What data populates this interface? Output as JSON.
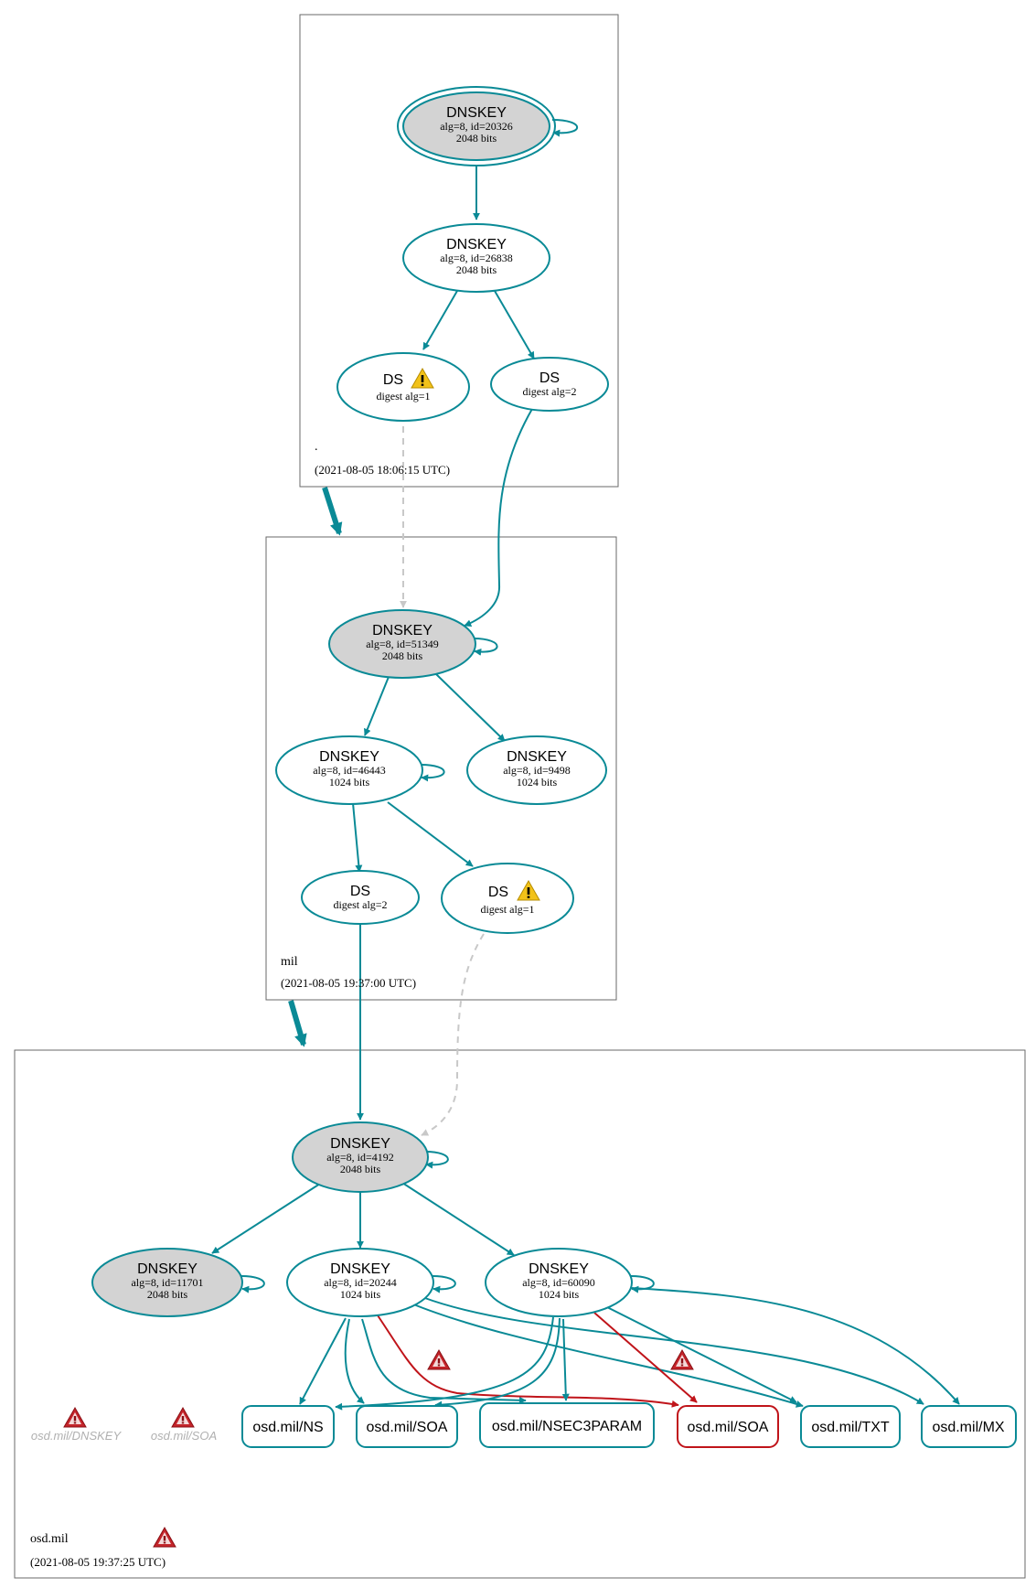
{
  "colors": {
    "teal": "#0a8a96",
    "red": "#c0141a",
    "gray_fill": "#d3d3d3",
    "dashed": "#c8c8c8",
    "warn_yellow": "#f2c219",
    "err_red": "#c4242a"
  },
  "zones": {
    "root": {
      "name": ".",
      "timestamp": "(2021-08-05 18:06:15 UTC)"
    },
    "mil": {
      "name": "mil",
      "timestamp": "(2021-08-05 19:37:00 UTC)"
    },
    "osd": {
      "name": "osd.mil",
      "timestamp": "(2021-08-05 19:37:25 UTC)"
    }
  },
  "nodes": {
    "root_ksk": {
      "title": "DNSKEY",
      "line1": "alg=8, id=20326",
      "line2": "2048 bits"
    },
    "root_zsk": {
      "title": "DNSKEY",
      "line1": "alg=8, id=26838",
      "line2": "2048 bits"
    },
    "root_ds1": {
      "title": "DS",
      "line1": "digest alg=1"
    },
    "root_ds2": {
      "title": "DS",
      "line1": "digest alg=2"
    },
    "mil_ksk": {
      "title": "DNSKEY",
      "line1": "alg=8, id=51349",
      "line2": "2048 bits"
    },
    "mil_zsk1": {
      "title": "DNSKEY",
      "line1": "alg=8, id=46443",
      "line2": "1024 bits"
    },
    "mil_zsk2": {
      "title": "DNSKEY",
      "line1": "alg=8, id=9498",
      "line2": "1024 bits"
    },
    "mil_ds2": {
      "title": "DS",
      "line1": "digest alg=2"
    },
    "mil_ds1": {
      "title": "DS",
      "line1": "digest alg=1"
    },
    "osd_ksk": {
      "title": "DNSKEY",
      "line1": "alg=8, id=4192",
      "line2": "2048 bits"
    },
    "osd_k11701": {
      "title": "DNSKEY",
      "line1": "alg=8, id=11701",
      "line2": "2048 bits"
    },
    "osd_k20244": {
      "title": "DNSKEY",
      "line1": "alg=8, id=20244",
      "line2": "1024 bits"
    },
    "osd_k60090": {
      "title": "DNSKEY",
      "line1": "alg=8, id=60090",
      "line2": "1024 bits"
    }
  },
  "rrsets": {
    "ns": "osd.mil/NS",
    "soa": "osd.mil/SOA",
    "nsec3param": "osd.mil/NSEC3PARAM",
    "soa_err": "osd.mil/SOA",
    "txt": "osd.mil/TXT",
    "mx": "osd.mil/MX"
  },
  "errors": {
    "dnskey": "osd.mil/DNSKEY",
    "soa": "osd.mil/SOA"
  },
  "icons": {
    "warning": "warning-triangle-icon",
    "error": "error-triangle-icon"
  }
}
